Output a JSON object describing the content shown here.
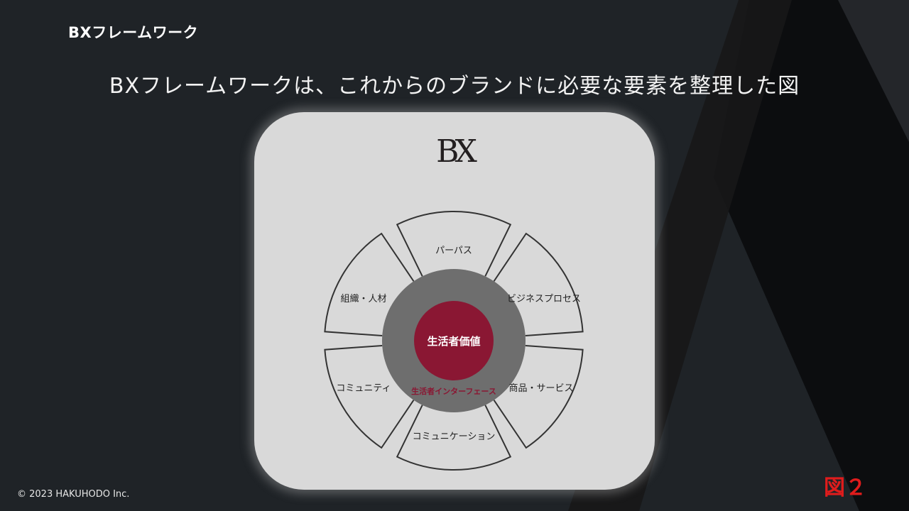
{
  "slide": {
    "title": "BXフレームワーク",
    "headline": "BXフレームワークは、これからのブランドに必要な要素を整理した図",
    "footer": "© 2023 HAKUHODO Inc.",
    "figure_label": "図２"
  },
  "diagram": {
    "logo": "BX",
    "core": "生活者価値",
    "ring": "生活者インターフェース",
    "segments": [
      "パーパス",
      "ビジネスプロセス",
      "商品・サービス",
      "コミュニケーション",
      "コミュニティ",
      "組織・人材"
    ]
  },
  "colors": {
    "background": "#1f2327",
    "panel": "#d9d9d9",
    "core": "#8a1733",
    "ring": "#6e6e6e",
    "figure_label": "#e01c1c"
  }
}
